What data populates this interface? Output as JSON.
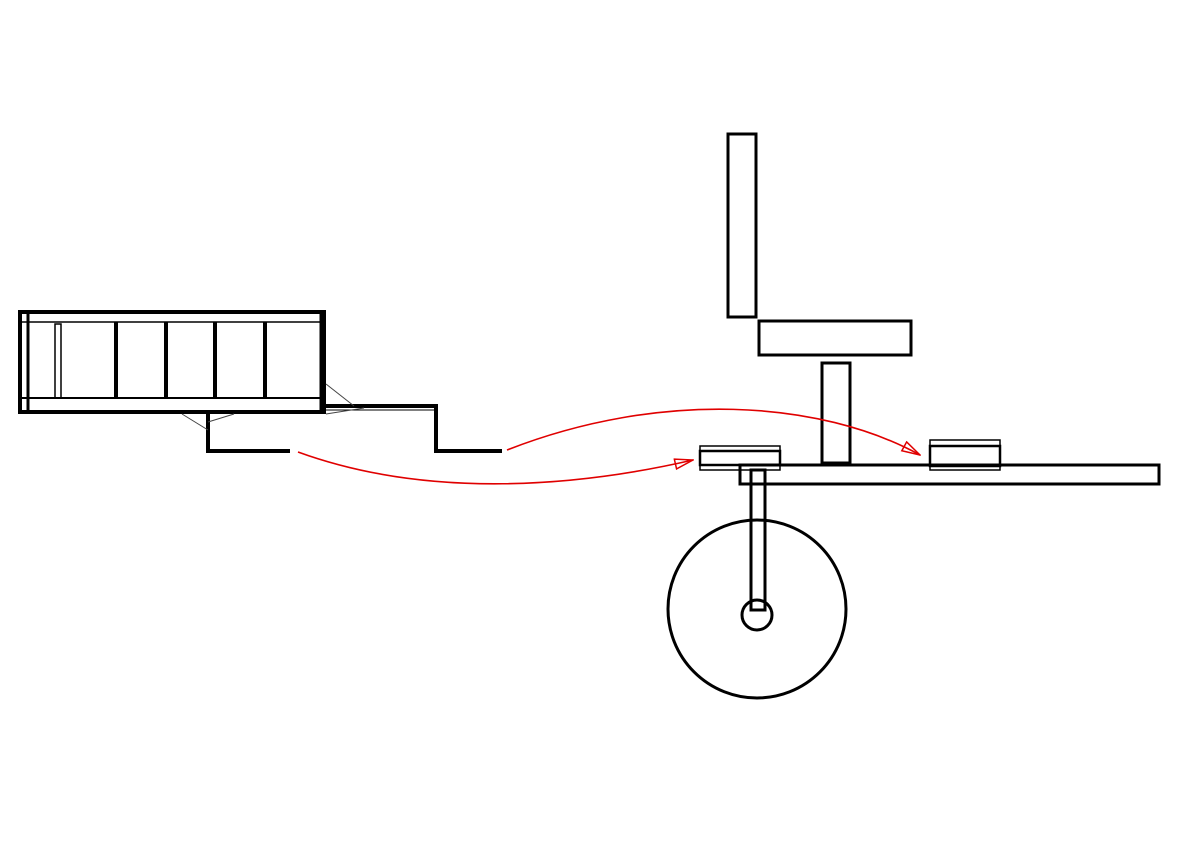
{
  "diagram": {
    "colors": {
      "background": "#ffffff",
      "stroke": "#000000",
      "arrow": "#e00000"
    },
    "components": [
      "trailer-cargo-box",
      "hitch-bar-left",
      "hitch-bar-right",
      "seat-backrest",
      "seat-cushion",
      "seat-post",
      "main-frame-beam",
      "front-mount-bracket",
      "rear-mount-bracket",
      "fork-stem",
      "front-wheel",
      "wheel-hub"
    ],
    "arrows": [
      {
        "from": "hitch-bar-left",
        "to": "front-mount-bracket"
      },
      {
        "from": "hitch-bar-right",
        "to": "rear-mount-bracket"
      }
    ]
  }
}
